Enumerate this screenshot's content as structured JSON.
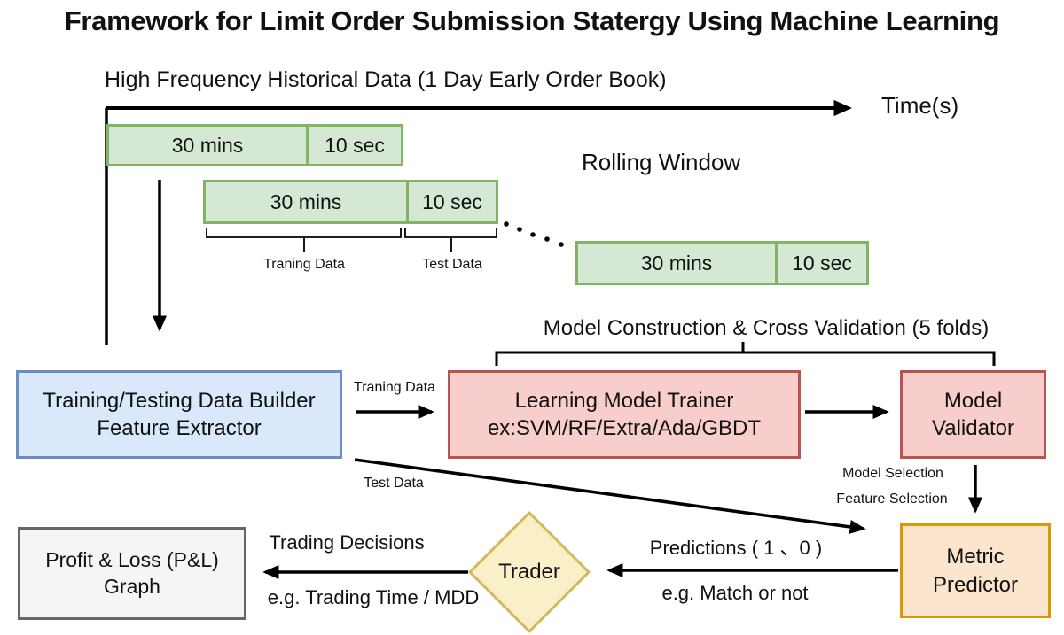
{
  "title": "Framework for Limit Order Submission Statergy Using Machine Learning",
  "colors": {
    "green-fill": "#d5e8d4",
    "green-border": "#82b366",
    "blue-fill": "#dae8fc",
    "blue-border": "#6c8ebf",
    "pink-fill": "#f8cecc",
    "pink-border": "#b85450",
    "orange-fill": "#fce5cd",
    "orange-border": "#d79b00",
    "yellow-fill": "#faf0c8",
    "yellow-border": "#d2b75c",
    "gray-fill": "#f5f5f5",
    "gray-border": "#666666",
    "ink": "#000000"
  },
  "timeline": {
    "heading": "High Frequency Historical Data (1 Day Early Order Book)",
    "axis_label": "Time(s)",
    "rolling_window": "Rolling Window"
  },
  "windows": {
    "rows": [
      {
        "train": "30 mins",
        "test": "10 sec"
      },
      {
        "train": "30 mins",
        "test": "10 sec"
      },
      {
        "train": "30 mins",
        "test": "10 sec"
      }
    ],
    "training_brace_label": "Traning Data",
    "test_brace_label": "Test Data"
  },
  "pipeline": {
    "cross_validation_label": "Model Construction & Cross Validation (5 folds)",
    "data_builder": {
      "line1": "Training/Testing Data Builder",
      "line2": "Feature Extractor"
    },
    "trainer": {
      "line1": "Learning Model Trainer",
      "line2": "ex:SVM/RF/Extra/Ada/GBDT"
    },
    "validator": {
      "line1": "Model",
      "line2": "Validator"
    },
    "metric_predictor": {
      "line1": "Metric",
      "line2": "Predictor"
    },
    "trader": "Trader",
    "pnl": {
      "line1": "Profit & Loss (P&L)",
      "line2": "Graph"
    }
  },
  "edge_labels": {
    "traning_data": "Traning Data",
    "test_data": "Test Data",
    "model_selection": "Model Selection",
    "feature_selection": "Feature Selection",
    "predictions": "Predictions ( 1 、0 )",
    "predictions_eg": "e.g. Match or not",
    "trading_decisions": "Trading Decisions",
    "trading_eg": "e.g. Trading Time / MDD"
  }
}
